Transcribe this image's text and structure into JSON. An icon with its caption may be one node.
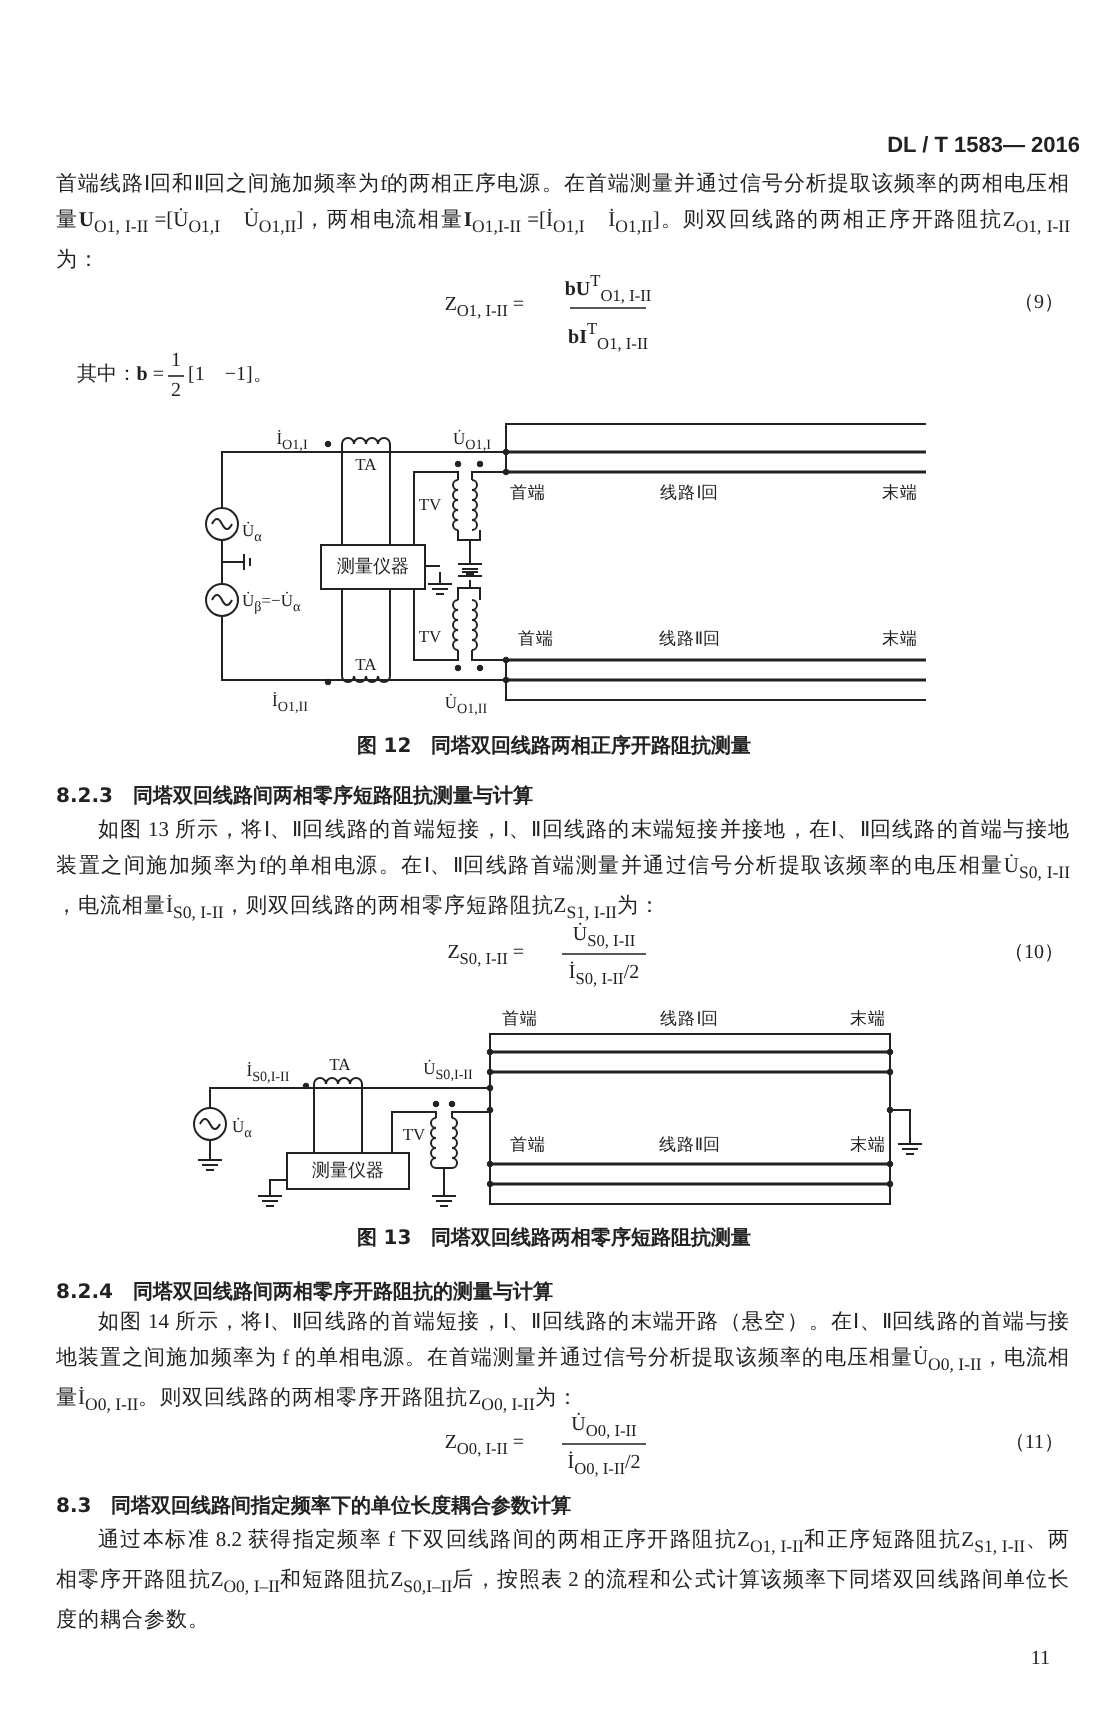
{
  "diagram": {
    "nodes": [
      {
        "text": [
          "测量仪器"
        ]
      },
      {
        "text": [
          "测量仪器"
        ]
      }
    ],
    "labels": [
      "DL / T 1583— 2016",
      "首端线路Ⅰ回和Ⅱ回之间施加频率为f的两相正序电源。在首端测量并通过信号分析提取该频率的两相电压相量**U**$_{O1, I-II}$ =[U̇$_{O1,I}$　U̇$_{O1,II}$]，两相电流相量**I**$_{O1,I-II}$ =[İ$_{O1,I}$　İ$_{O1,II}$]。则双回线路的两相正序开路阻抗Z$_{O1, I-II}$为：",
      "Z$_{O1, I-II}$ =",
      "**bU**$^{T}$$_{O1, I-II}$",
      "**bI**$^{T}$$_{O1, I-II}$",
      "（9）",
      "其中：**b** =",
      "1",
      "2",
      "[1　−1]。",
      "İ$_{O1,I}$",
      "TA",
      "U̇$_{O1,I}$",
      "TV",
      "首端",
      "线路Ⅰ回",
      "末端",
      "U̇$_{α}$",
      "U̇$_{β}$=−U̇$_{α}$",
      "TV",
      "首端",
      "线路Ⅱ回",
      "末端",
      "TA",
      "İ$_{O1,II}$",
      "U̇$_{O1,II}$",
      "图 12　同塔双回线路两相正序开路阻抗测量",
      "8.2.3　同塔双回线路间两相零序短路阻抗测量与计算",
      "如图 13 所示，将Ⅰ、Ⅱ回线路的首端短接，Ⅰ、Ⅱ回线路的末端短接并接地，在Ⅰ、Ⅱ回线路的首端与接地装置之间施加频率为f的单相电源。在Ⅰ、Ⅱ回线路首端测量并通过信号分析提取该频率的电压相量U̇$_{S0, I-II}$ ，电流相量İ$_{S0, I-II}$，则双回线路的两相零序短路阻抗Z$_{S1, I-II}$为：",
      "Z$_{S0, I-II}$ =",
      "U̇$_{S0, I-II}$",
      "İ$_{S0, I-II}$/2",
      "（10）",
      "首端",
      "线路Ⅰ回",
      "末端",
      "İ$_{S0,I-II}$",
      "TA",
      "U̇$_{S0,I-II}$",
      "U̇$_{α}$",
      "TV",
      "首端",
      "线路Ⅱ回",
      "末端",
      "图 13　同塔双回线路两相零序短路阻抗测量",
      "8.2.4　同塔双回线路间两相零序开路阻抗的测量与计算",
      "如图 14 所示，将Ⅰ、Ⅱ回线路的首端短接，Ⅰ、Ⅱ回线路的末端开路（悬空）。在Ⅰ、Ⅱ回线路的首端与接地装置之间施加频率为 f 的单相电源。在首端测量并通过信号分析提取该频率的电压相量U̇$_{O0, I-II}$，电流相量İ$_{O0, I-II}$。则双回线路的两相零序开路阻抗Z$_{O0, I-II}$为：",
      "Z$_{O0, I-II}$ =",
      "U̇$_{O0, I-II}$",
      "İ$_{O0, I-II}$/2",
      "（11）",
      "8.3　同塔双回线路间指定频率下的单位长度耦合参数计算",
      "通过本标准 8.2 获得指定频率 f 下双回线路间的两相正序开路阻抗Z$_{O1, I-II}$和正序短路阻抗Z$_{S1, I-II}$、两相零序开路阻抗Z$_{O0, I–II}$和短路阻抗Z$_{S0,I–II}$后，按照表 2 的流程和公式计算该频率下同塔双回线路间单位长度的耦合参数。",
      "11"
    ]
  }
}
